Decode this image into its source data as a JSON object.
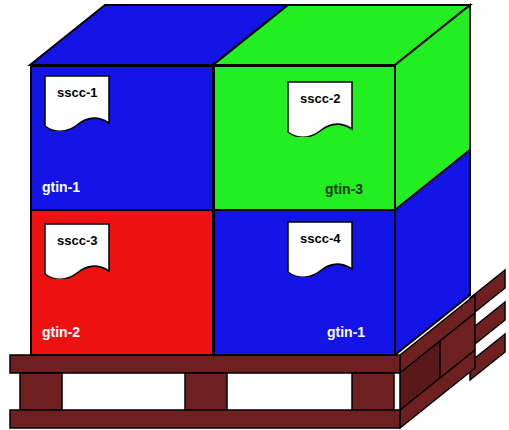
{
  "diagram": {
    "nodes": [
      {
        "text": [
          "gtin-1"
        ]
      },
      {
        "text": [
          "sscc-1"
        ],
        "in": 0
      },
      {
        "text": [
          "gtin-3"
        ]
      },
      {
        "text": [
          "sscc-2"
        ],
        "in": 2
      },
      {
        "text": [
          "gtin-2"
        ]
      },
      {
        "text": [
          "sscc-3"
        ],
        "in": 4
      },
      {
        "text": [
          "gtin-1"
        ]
      },
      {
        "text": [
          "sscc-4"
        ],
        "in": 6
      }
    ]
  }
}
